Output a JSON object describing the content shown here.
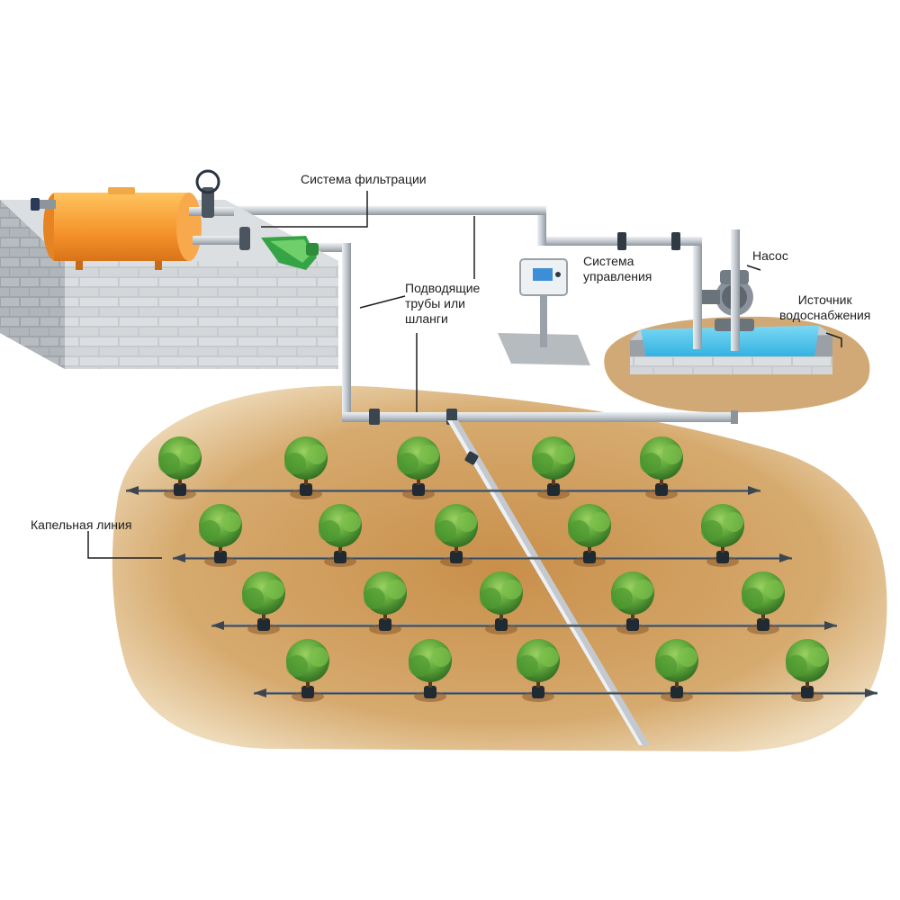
{
  "labels": {
    "filtration": "Система фильтрации",
    "control_line1": "Система",
    "control_line2": "управления",
    "pump": "Насос",
    "source_line1": "Источник",
    "source_line2": "водоснабжения",
    "supply_line1": "Подводящие",
    "supply_line2": "трубы или",
    "supply_line3": "шланги",
    "drip_line": "Капельная линия"
  },
  "colors": {
    "soil": "#d4a66a",
    "platform_brick": "#c9cdd1",
    "tank": "#f59a2c",
    "filter": "#3cb04a",
    "pipe": "#c7ccd1",
    "water": "#4fc6ea",
    "plant": "#5fa63a"
  }
}
